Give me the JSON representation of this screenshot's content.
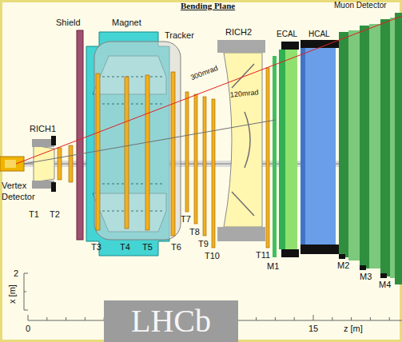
{
  "diagram": {
    "title": "Bending Plane",
    "nodes": [
      {
        "text": [
          "LHCb"
        ]
      }
    ],
    "labels": [
      "Muon Detector",
      "Shield",
      "Magnet",
      "Tracker",
      "RICH2",
      "ECAL",
      "HCAL",
      "RICH1",
      "Vertex Detector",
      "300mrad",
      "120mrad",
      "T1",
      "T2",
      "T3",
      "T4",
      "T5",
      "T6",
      "T7",
      "T8",
      "T9",
      "T10",
      "T11",
      "M1",
      "M2",
      "M3",
      "M4",
      "2",
      "x [m]",
      "0",
      "15",
      "z [m]"
    ]
  }
}
